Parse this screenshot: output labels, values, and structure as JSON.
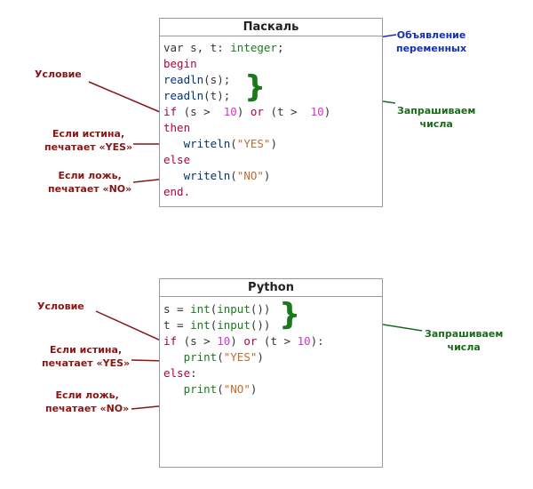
{
  "pascal": {
    "title": "Паскаль",
    "lines": [
      [
        {
          "t": "var s, t: ",
          "c": "plain"
        },
        {
          "t": "integer",
          "c": "tp"
        },
        {
          "t": ";",
          "c": "plain"
        }
      ],
      [
        {
          "t": "begin",
          "c": "kw"
        }
      ],
      [
        {
          "t": "readln",
          "c": "fn"
        },
        {
          "t": "(s);",
          "c": "plain"
        }
      ],
      [
        {
          "t": "readln",
          "c": "fn"
        },
        {
          "t": "(t);",
          "c": "plain"
        }
      ],
      [
        {
          "t": "if",
          "c": "kw"
        },
        {
          "t": " (s >  ",
          "c": "plain"
        },
        {
          "t": "10",
          "c": "num"
        },
        {
          "t": ") ",
          "c": "plain"
        },
        {
          "t": "or",
          "c": "kw"
        },
        {
          "t": " (t >  ",
          "c": "plain"
        },
        {
          "t": "10",
          "c": "num"
        },
        {
          "t": ")",
          "c": "plain"
        }
      ],
      [
        {
          "t": "then",
          "c": "kw"
        }
      ],
      [
        {
          "t": "   ",
          "c": "plain"
        },
        {
          "t": "writeln",
          "c": "fn"
        },
        {
          "t": "(",
          "c": "plain"
        },
        {
          "t": "\"YES\"",
          "c": "str"
        },
        {
          "t": ")",
          "c": "plain"
        }
      ],
      [
        {
          "t": "else",
          "c": "kw"
        }
      ],
      [
        {
          "t": "   ",
          "c": "plain"
        },
        {
          "t": "writeln",
          "c": "fn"
        },
        {
          "t": "(",
          "c": "plain"
        },
        {
          "t": "\"NO\"",
          "c": "str"
        },
        {
          "t": ")",
          "c": "plain"
        }
      ],
      [
        {
          "t": "end.",
          "c": "kw"
        }
      ]
    ],
    "annotations": {
      "declare": [
        "Объявление",
        "переменных"
      ],
      "ask": [
        "Запрашиваем",
        "числа"
      ],
      "condition": [
        "Условие"
      ],
      "if_true": [
        "Если истина,",
        "печатает «YES»"
      ],
      "if_false": [
        "Если ложь,",
        "печатает «NO»"
      ]
    }
  },
  "python": {
    "title": "Python",
    "lines": [
      [
        {
          "t": "s = ",
          "c": "plain"
        },
        {
          "t": "int",
          "c": "tp"
        },
        {
          "t": "(",
          "c": "plain"
        },
        {
          "t": "input",
          "c": "tp"
        },
        {
          "t": "())",
          "c": "plain"
        }
      ],
      [
        {
          "t": "t = ",
          "c": "plain"
        },
        {
          "t": "int",
          "c": "tp"
        },
        {
          "t": "(",
          "c": "plain"
        },
        {
          "t": "input",
          "c": "tp"
        },
        {
          "t": "())",
          "c": "plain"
        }
      ],
      [
        {
          "t": "if",
          "c": "kw"
        },
        {
          "t": " (s > ",
          "c": "plain"
        },
        {
          "t": "10",
          "c": "num"
        },
        {
          "t": ") ",
          "c": "plain"
        },
        {
          "t": "or",
          "c": "kw"
        },
        {
          "t": " (t > ",
          "c": "plain"
        },
        {
          "t": "10",
          "c": "num"
        },
        {
          "t": "):",
          "c": "plain"
        }
      ],
      [
        {
          "t": "   ",
          "c": "plain"
        },
        {
          "t": "print",
          "c": "tp"
        },
        {
          "t": "(",
          "c": "plain"
        },
        {
          "t": "\"YES\"",
          "c": "str"
        },
        {
          "t": ")",
          "c": "plain"
        }
      ],
      [
        {
          "t": "else",
          "c": "kw"
        },
        {
          "t": ":",
          "c": "plain"
        }
      ],
      [
        {
          "t": "   ",
          "c": "plain"
        },
        {
          "t": "print",
          "c": "tp"
        },
        {
          "t": "(",
          "c": "plain"
        },
        {
          "t": "\"NO\"",
          "c": "str"
        },
        {
          "t": ")",
          "c": "plain"
        }
      ]
    ],
    "annotations": {
      "condition": [
        "Условие"
      ],
      "ask": [
        "Запрашиваем",
        "числа"
      ],
      "if_true": [
        "Если истина,",
        "печатает «YES»"
      ],
      "if_false": [
        "Если ложь,",
        "печатает «NO»"
      ]
    }
  },
  "colors": {
    "keyword": "#b3003b",
    "function": "#00337a",
    "type": "#1a7a1a",
    "number": "#d633d6",
    "string": "#c46a2c",
    "annotation_red": "#8b1414",
    "annotation_blue": "#1631b0",
    "annotation_green": "#1a6b1a"
  }
}
